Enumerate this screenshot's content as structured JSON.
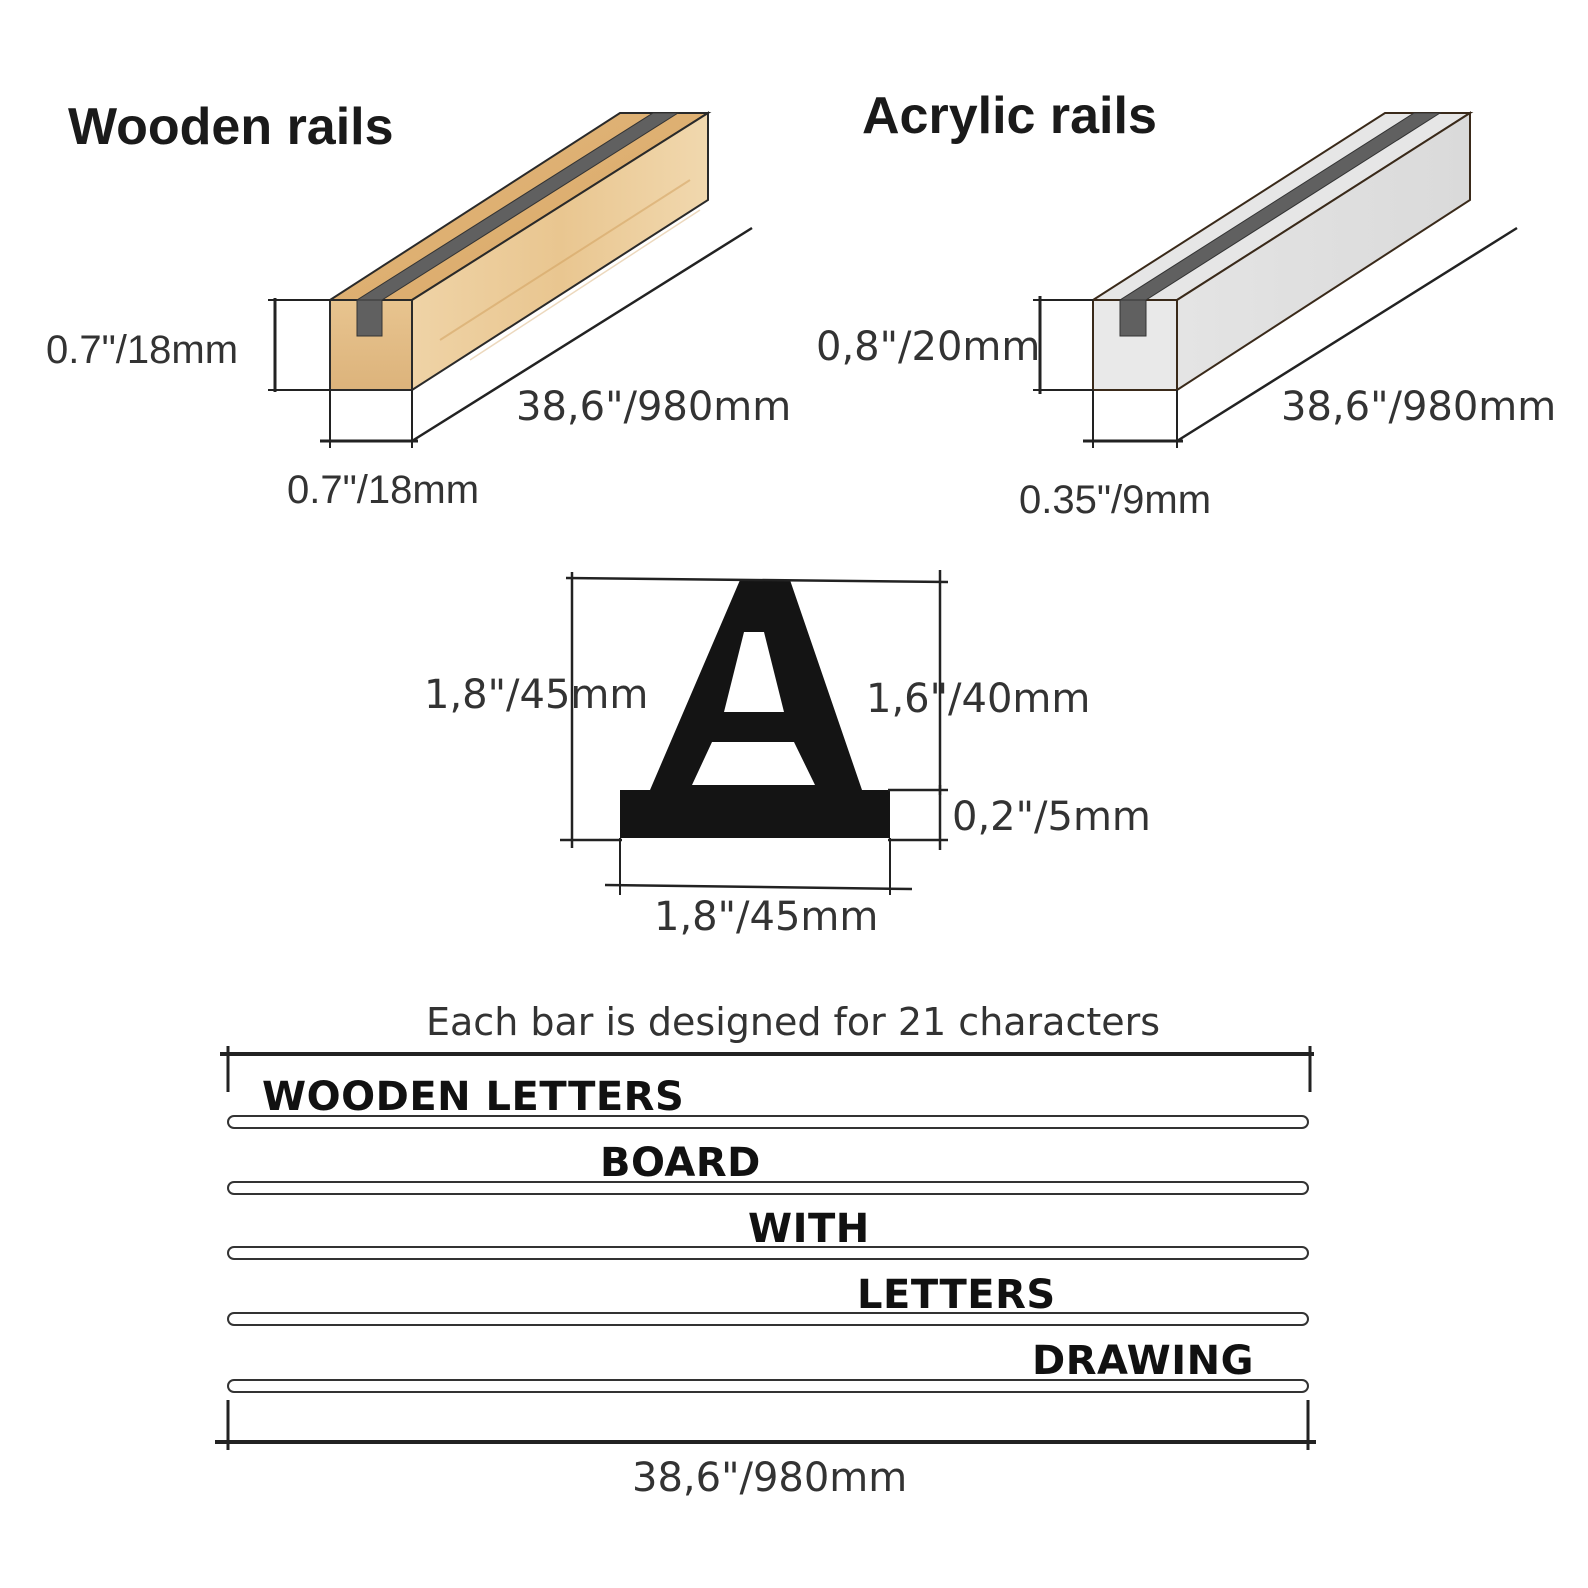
{
  "wooden": {
    "title": "Wooden rails",
    "height": "0.7\"/18mm",
    "width": "0.7\"/18mm",
    "length": "38,6\"/980mm",
    "color": "#e6c18f"
  },
  "acrylic": {
    "title": "Acrylic rails",
    "height": "0,8\"/20mm",
    "width": "0.35\"/9mm",
    "length": "38,6\"/980mm",
    "color": "#e3e3e3"
  },
  "letter": {
    "glyph": "A",
    "total_height": "1,8\"/45mm",
    "letter_height": "1,6\"/40mm",
    "base_height": "0,2\"/5mm",
    "width": "1,8\"/45mm"
  },
  "bars": {
    "caption": "Each bar is designed for 21 characters",
    "lines": [
      "WOODEN  LETTERS",
      "BOARD",
      "WITH",
      "LETTERS",
      "DRAWING"
    ],
    "length": "38,6\"/980mm"
  }
}
